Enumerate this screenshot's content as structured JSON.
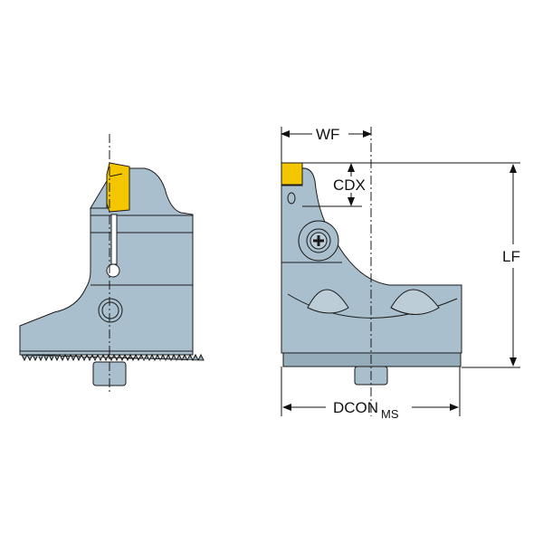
{
  "dimensions": {
    "wf": "WF",
    "cdx": "CDX",
    "lf": "LF",
    "dcon": "DCON",
    "dcon_sub": "MS"
  },
  "colors": {
    "body": "#aabfcd",
    "body_dark": "#95acbb",
    "insert": "#f3c600",
    "outline": "#1a1a1a"
  }
}
